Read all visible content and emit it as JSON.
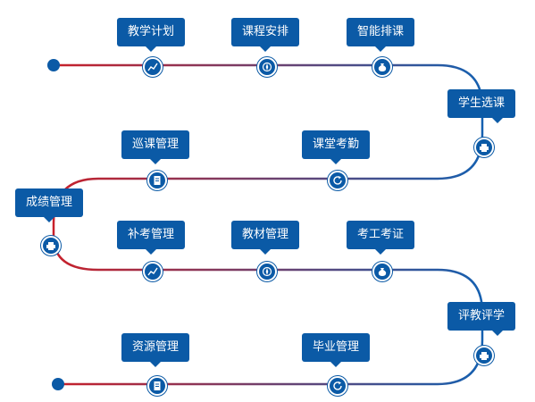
{
  "nodes": [
    {
      "label": "教学计划",
      "icon": "line-chart-icon"
    },
    {
      "label": "课程安排",
      "icon": "compass-icon"
    },
    {
      "label": "智能排课",
      "icon": "money-bag-icon"
    },
    {
      "label": "学生选课",
      "icon": "printer-icon"
    },
    {
      "label": "课堂考勤",
      "icon": "refresh-icon"
    },
    {
      "label": "巡课管理",
      "icon": "document-icon"
    },
    {
      "label": "成绩管理",
      "icon": "printer-icon"
    },
    {
      "label": "补考管理",
      "icon": "line-chart-icon"
    },
    {
      "label": "教材管理",
      "icon": "compass-icon"
    },
    {
      "label": "考工考证",
      "icon": "money-bag-icon"
    },
    {
      "label": "评教评学",
      "icon": "printer-icon"
    },
    {
      "label": "毕业管理",
      "icon": "refresh-icon"
    },
    {
      "label": "资源管理",
      "icon": "document-icon"
    }
  ],
  "colors": {
    "primary": "#0b5aa6",
    "line_start": "#c8202a",
    "line_end": "#1560b0"
  }
}
